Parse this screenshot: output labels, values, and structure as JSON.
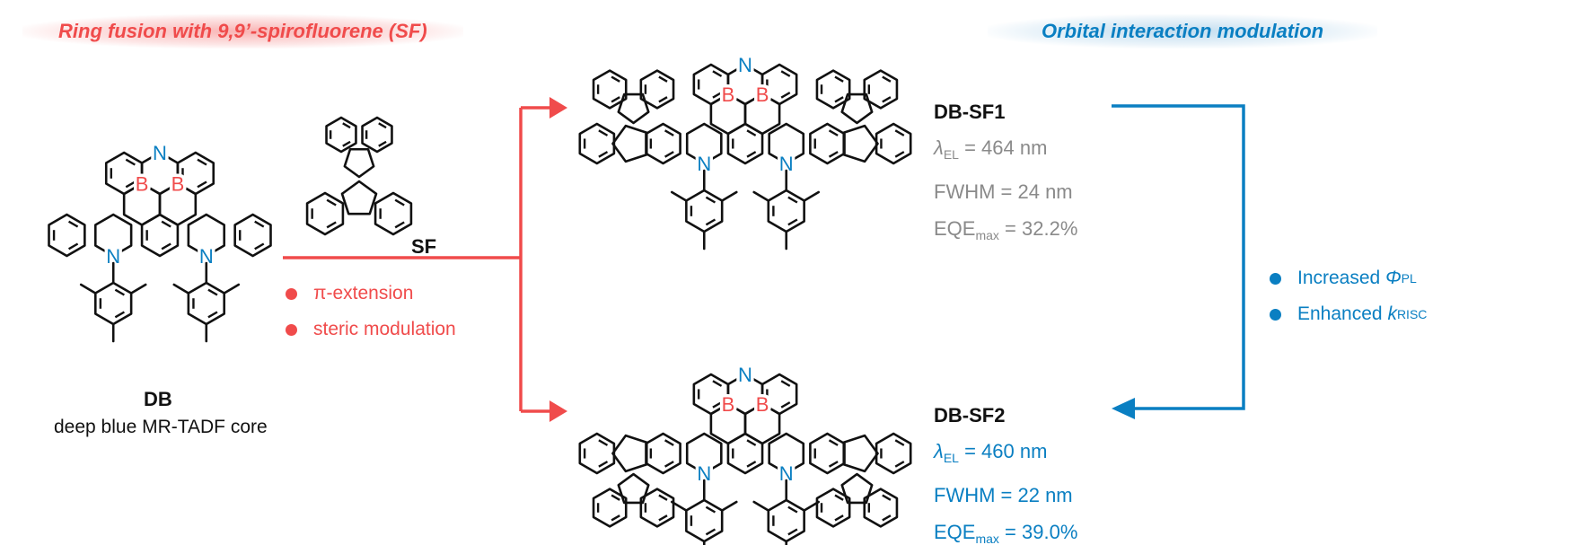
{
  "headers": {
    "left": "Ring fusion with 9,9’-spirofluorene (SF)",
    "right": "Orbital interaction modulation"
  },
  "atoms": {
    "boron": "B",
    "nitrogen": "N"
  },
  "db": {
    "name": "DB",
    "description": "deep blue MR-TADF core"
  },
  "sf": {
    "name": "SF"
  },
  "strategy_bullets": [
    "π-extension",
    "steric modulation"
  ],
  "compounds": [
    {
      "name": "DB-SF1",
      "lambda": {
        "symbol": "λ",
        "sub": "EL",
        "text": " = 464 nm"
      },
      "fwhm": "FWHM = 24 nm",
      "eqe": {
        "symbol": "EQE",
        "sub": "max",
        "text": " = 32.2%"
      }
    },
    {
      "name": "DB-SF2",
      "lambda": {
        "symbol": "λ",
        "sub": "EL",
        "text": " = 460 nm"
      },
      "fwhm": "FWHM = 22 nm",
      "eqe": {
        "symbol": "EQE",
        "sub": "max",
        "text": " = 39.0%"
      }
    }
  ],
  "effects": [
    {
      "label": "Increased ",
      "symbol": "Φ",
      "sub": "PL"
    },
    {
      "label": "Enhanced ",
      "symbol": "k",
      "sub": "RISC"
    }
  ],
  "colors": {
    "red": "#f04b4b",
    "blue": "#0a7fc2",
    "gray": "#8a8a8a",
    "boron": "#f04b4b",
    "nitrogen": "#0a7fc2"
  }
}
